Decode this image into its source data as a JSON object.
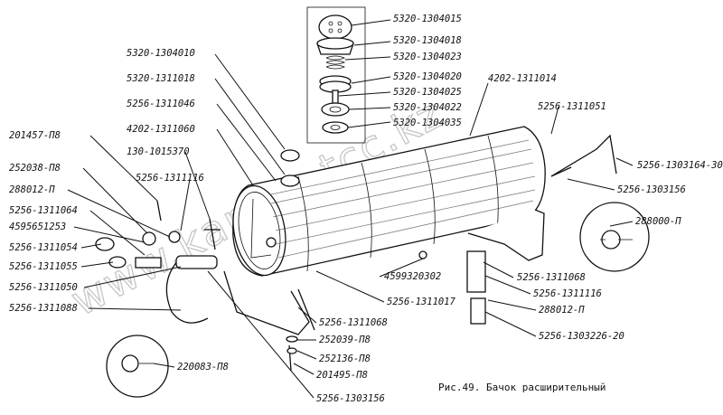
{
  "caption": "Рис.49. Бачок расширительный",
  "watermark": "www.kamaz-tcc.kz",
  "labels": [
    {
      "id": "l01",
      "text": "5320-1304015"
    },
    {
      "id": "l02",
      "text": "5320-1304018"
    },
    {
      "id": "l03",
      "text": "5320-1304023"
    },
    {
      "id": "l04",
      "text": "5320-1304020"
    },
    {
      "id": "l05",
      "text": "5320-1304025"
    },
    {
      "id": "l06",
      "text": "5320-1304022"
    },
    {
      "id": "l07",
      "text": "5320-1304035"
    },
    {
      "id": "l08",
      "text": "5320-1304010"
    },
    {
      "id": "l09",
      "text": "5320-1311018"
    },
    {
      "id": "l10",
      "text": "4202-1311014"
    },
    {
      "id": "l11",
      "text": "5256-1311046"
    },
    {
      "id": "l12",
      "text": "5256-1311051"
    },
    {
      "id": "l13",
      "text": "4202-1311060"
    },
    {
      "id": "l14",
      "text": "201457-П8"
    },
    {
      "id": "l15",
      "text": "130-1015370"
    },
    {
      "id": "l16",
      "text": "5256-1303164-30"
    },
    {
      "id": "l17",
      "text": "252038-П8"
    },
    {
      "id": "l18",
      "text": "5256-1311116"
    },
    {
      "id": "l19",
      "text": "288012-П"
    },
    {
      "id": "l20",
      "text": "5256-1303156"
    },
    {
      "id": "l21",
      "text": "5256-1311064"
    },
    {
      "id": "l22",
      "text": "4595651253"
    },
    {
      "id": "l23",
      "text": "288000-П"
    },
    {
      "id": "l24",
      "text": "5256-1311054"
    },
    {
      "id": "l25",
      "text": "5256-1311055"
    },
    {
      "id": "l26",
      "text": "4599320302"
    },
    {
      "id": "l27",
      "text": "5256-1311068"
    },
    {
      "id": "l28",
      "text": "5256-1311050"
    },
    {
      "id": "l29",
      "text": "5256-1311017"
    },
    {
      "id": "l30",
      "text": "5256-1311116"
    },
    {
      "id": "l31",
      "text": "5256-1311088"
    },
    {
      "id": "l32",
      "text": "288012-П"
    },
    {
      "id": "l33",
      "text": "5256-1311068"
    },
    {
      "id": "l34",
      "text": "252039-П8"
    },
    {
      "id": "l35",
      "text": "5256-1303226-20"
    },
    {
      "id": "l36",
      "text": "252136-П8"
    },
    {
      "id": "l37",
      "text": "220083-П8"
    },
    {
      "id": "l38",
      "text": "201495-П8"
    },
    {
      "id": "l39",
      "text": "5256-1303156"
    }
  ]
}
